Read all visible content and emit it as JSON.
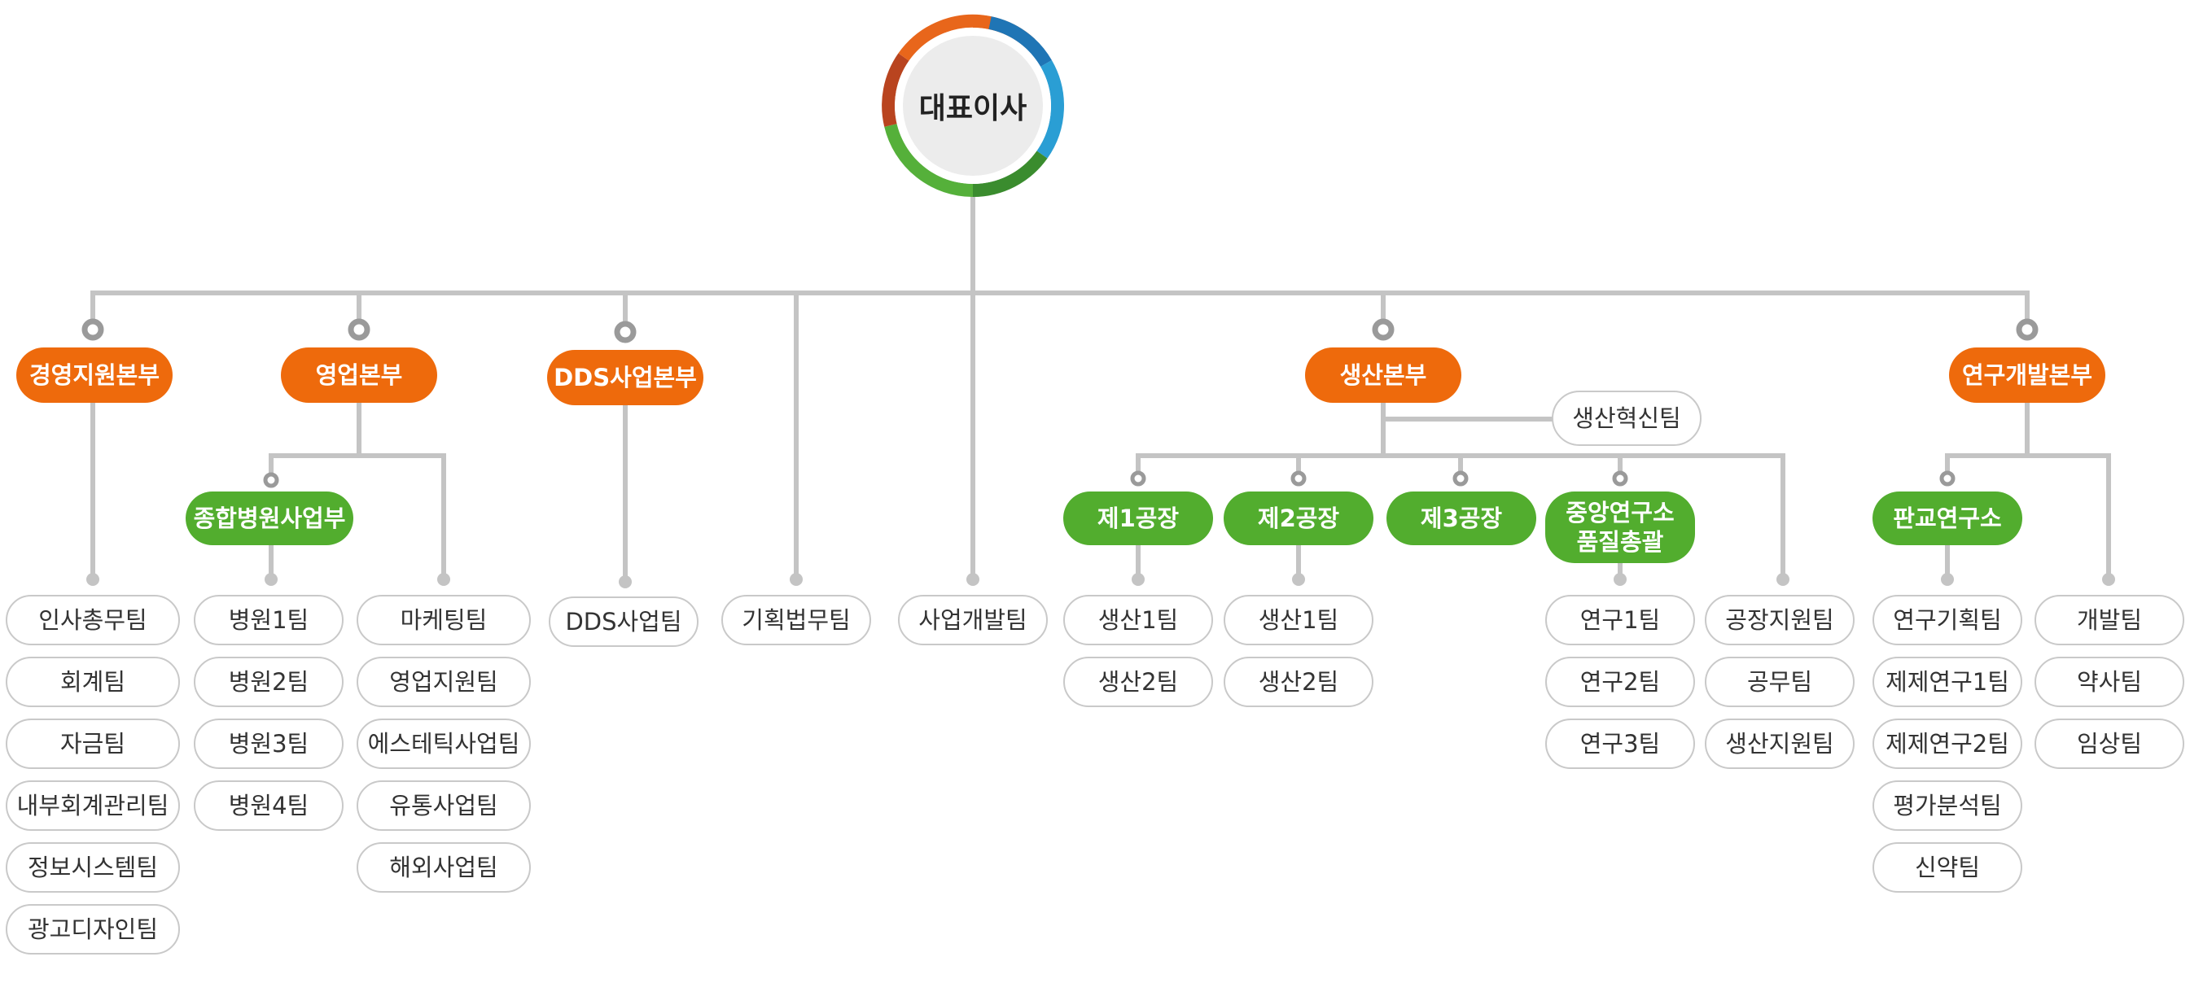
{
  "ceo": {
    "label": "대표이사"
  },
  "colors": {
    "division": "#ee6a0c",
    "sub_unit": "#52ad2e",
    "line": "#c4c4c4",
    "node": "#9a9a9a",
    "ring": [
      "#e8661b",
      "#1f75b5",
      "#2a9ed4",
      "#3a8c2e",
      "#55b03a",
      "#b9441f"
    ]
  },
  "divisions": {
    "management": {
      "label": "경영지원본부",
      "teams": [
        "인사총무팀",
        "회계팀",
        "자금팀",
        "내부회계관리팀",
        "정보시스템팀",
        "광고디자인팀"
      ]
    },
    "sales": {
      "label": "영업본부",
      "hospital": {
        "label": "종합병원사업부",
        "teams": [
          "병원1팀",
          "병원2팀",
          "병원3팀",
          "병원4팀"
        ]
      },
      "teams": [
        "마케팅팀",
        "영업지원팀",
        "에스테틱사업팀",
        "유통사업팀",
        "해외사업팀"
      ]
    },
    "dds": {
      "label": "DDS사업본부",
      "teams": [
        "DDS사업팀"
      ]
    },
    "planning_legal": {
      "label": "기획법무팀"
    },
    "biz_dev": {
      "label": "사업개발팀"
    },
    "production": {
      "label": "생산본부",
      "innovation": "생산혁신팀",
      "plant1": {
        "label": "제1공장",
        "teams": [
          "생산1팀",
          "생산2팀"
        ]
      },
      "plant2": {
        "label": "제2공장",
        "teams": [
          "생산1팀",
          "생산2팀"
        ]
      },
      "plant3": {
        "label": "제3공장"
      },
      "central_lab": {
        "line1": "중앙연구소",
        "line2": "품질총괄",
        "teams": [
          "연구1팀",
          "연구2팀",
          "연구3팀"
        ]
      },
      "teams": [
        "공장지원팀",
        "공무팀",
        "생산지원팀"
      ]
    },
    "rnd": {
      "label": "연구개발본부",
      "pangyo": {
        "label": "판교연구소",
        "teams": [
          "연구기획팀",
          "제제연구1팀",
          "제제연구2팀",
          "평가분석팀",
          "신약팀"
        ]
      },
      "teams": [
        "개발팀",
        "약사팀",
        "임상팀"
      ]
    }
  }
}
